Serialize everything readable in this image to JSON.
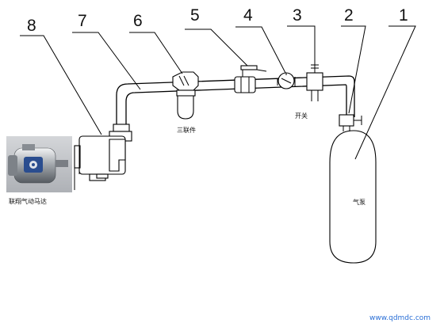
{
  "callouts": [
    "1",
    "2",
    "3",
    "4",
    "5",
    "6",
    "7",
    "8"
  ],
  "captions": {
    "triple_unit": "三联件",
    "switch": "开关",
    "cylinder": "气泵",
    "motor_photo": "联翔气动马达"
  },
  "watermark": "www.qdmdc.com"
}
